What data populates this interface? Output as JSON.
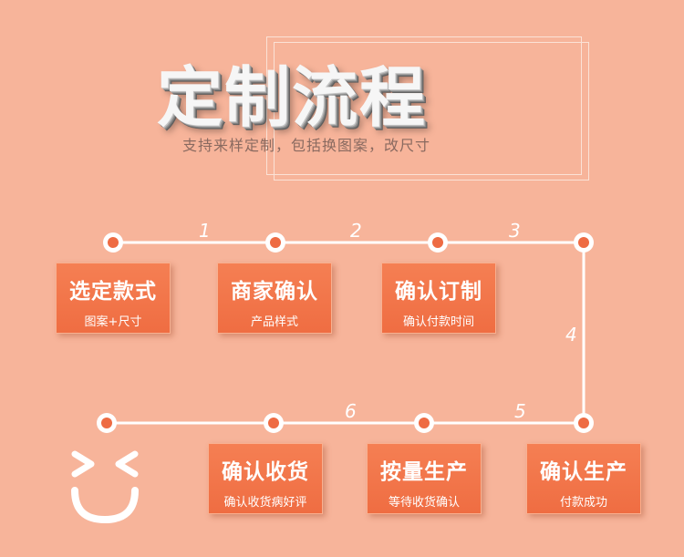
{
  "header": {
    "title": "定制流程",
    "subtitle": "支持来样定制，包括换图案，改尺寸"
  },
  "connectors": [
    "1",
    "2",
    "3",
    "4",
    "5",
    "6"
  ],
  "steps": [
    {
      "title": "选定款式",
      "sub": "图案+尺寸"
    },
    {
      "title": "商家确认",
      "sub": "产品样式"
    },
    {
      "title": "确认订制",
      "sub": "确认付款时间"
    },
    {
      "title": "确认生产",
      "sub": "付款成功"
    },
    {
      "title": "按量生产",
      "sub": "等待收货确认"
    },
    {
      "title": "确认收货",
      "sub": "确认收货病好评"
    }
  ],
  "icons": {
    "face": "smiley-face-icon",
    "node": "circle-node-icon"
  },
  "colors": {
    "background": "#f7b49a",
    "card": "#f27548",
    "line": "#ffffff",
    "node_center": "#ee6b43"
  }
}
